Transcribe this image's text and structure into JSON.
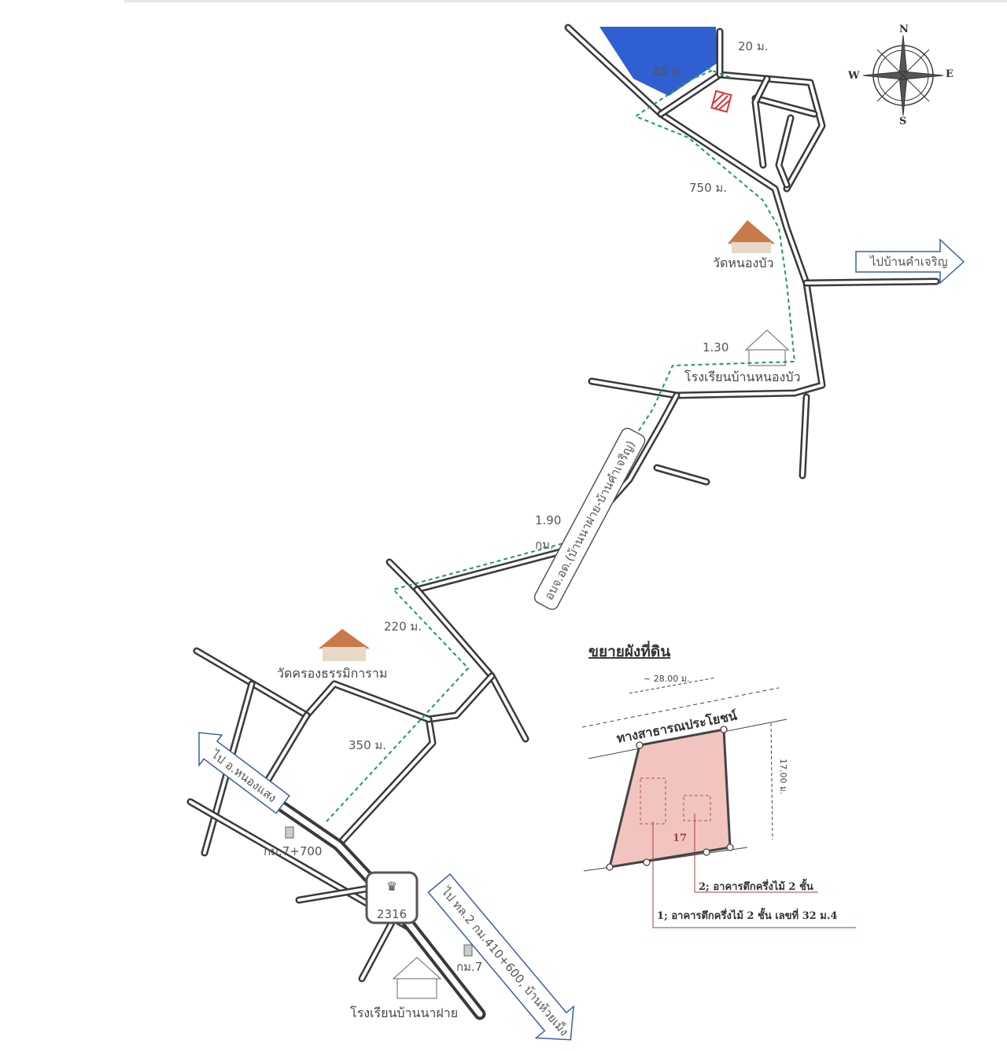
{
  "colors": {
    "lake": "#2f5fd0",
    "route": "#1f9a5a",
    "parcel": "#f2c4c0",
    "arrow": "#3a5fa8"
  },
  "compass": {
    "n": "N",
    "e": "E",
    "s": "S",
    "w": "W"
  },
  "labels": {
    "dist_20": "20 ม.",
    "dist_85": "85 ม.",
    "dist_750": "750 ม.",
    "temple_nongbua": "วัดหนองบัว",
    "to_khamcharoen": "ไปบ้านคำเจริญ",
    "dist_130": "1.30",
    "school_nongbua": "โรงเรียนบ้านหนองบัว",
    "road_name": "อบจ.อด.(บ้านนาฝาย-บ้านคำเจริญ)",
    "dist_190": "1.90",
    "km": "กม.",
    "dist_220": "220 ม.",
    "temple_khrong": "วัดครองธรรมิการาม",
    "dist_350": "350 ม.",
    "to_nongsaeng": "ไป อ.หนองแสง",
    "km_7700": "กม.7+700",
    "route_no": "2316",
    "km_7": "กม.7",
    "to_highway": "ไป ทล.2 กม.410+600, บ้านห้วยเม็ง",
    "school_nafai": "โรงเรียนบ้านนาฝาย"
  },
  "inset": {
    "title": "ขยายผังที่ดิน",
    "width_dim": "~ 28.00 ม.",
    "road": "ทางสาธารณประโยชน์",
    "depth_dim": "17.00 ม.",
    "parcel_no": "17",
    "building2": "2; อาคารตึกครึ่งไม้ 2 ชั้น",
    "building1": "1; อาคารตึกครึ่งไม้ 2 ชั้น เลขที่ 32 ม.4"
  }
}
